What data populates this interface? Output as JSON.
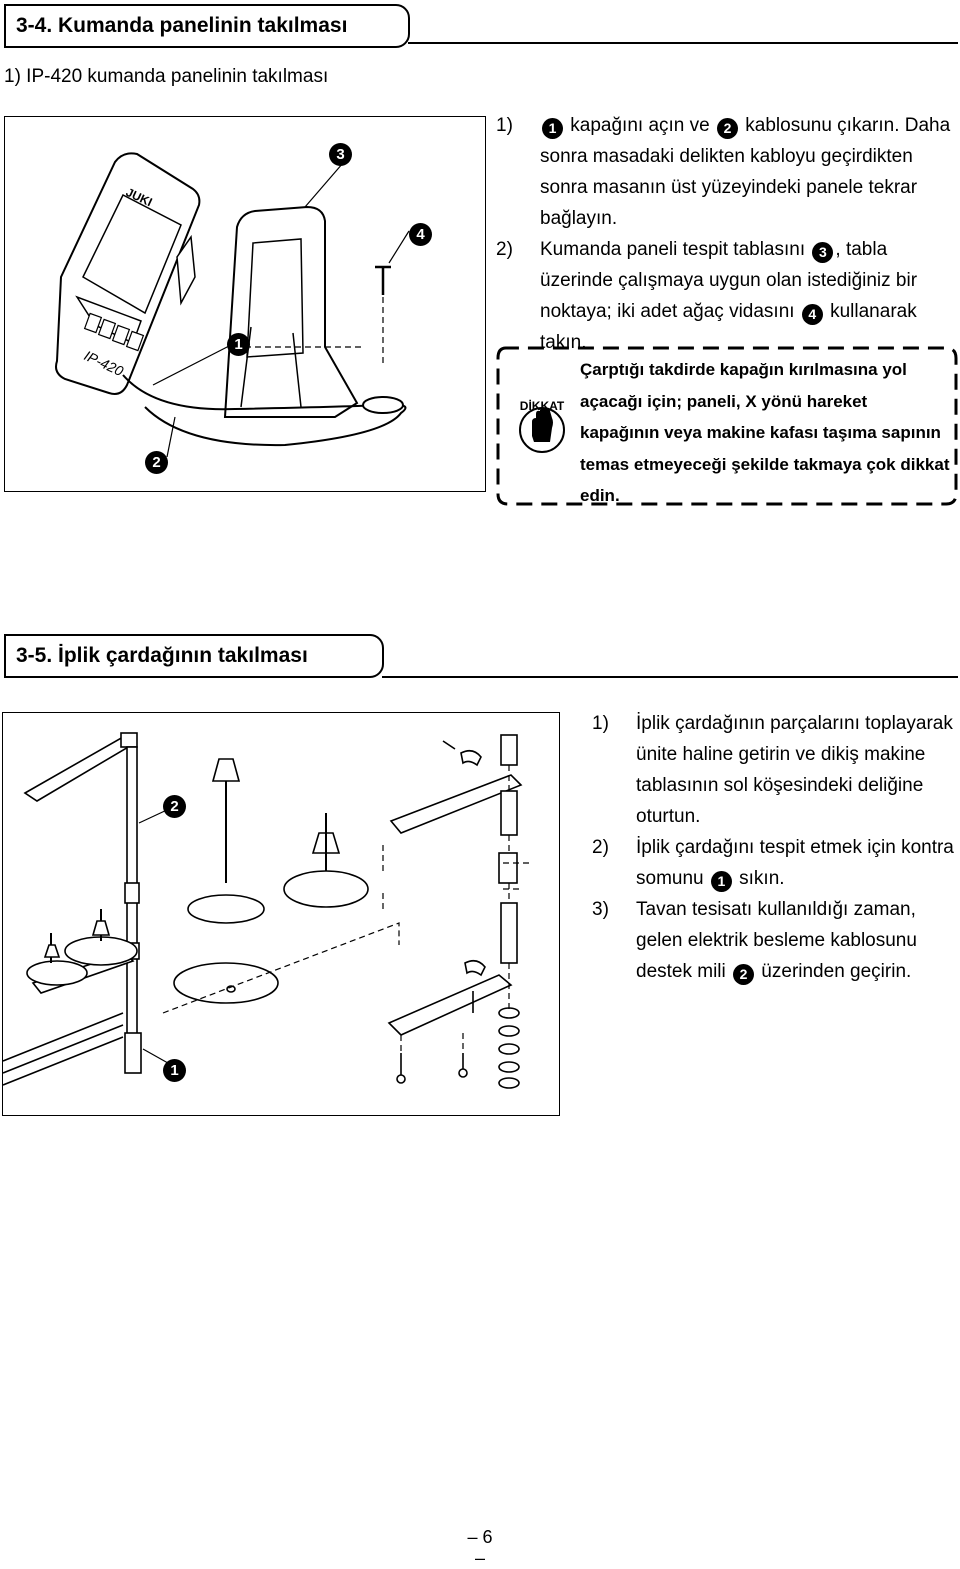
{
  "section1": {
    "title": "3-4. Kumanda panelinin takılması",
    "subtitle": "1) IP-420 kumanda panelinin takılması",
    "figure": {
      "panel_brand": "JUKI",
      "panel_model": "IP-420"
    },
    "steps": [
      {
        "num": "1)",
        "parts": [
          "",
          "1",
          " kapağını açın ve ",
          "2",
          " kablosunu çıkarın. Daha sonra masadaki delikten kabloyu geçirdikten sonra masanın üst yüzeyindeki panele tekrar bağlayın."
        ]
      },
      {
        "num": "2)",
        "parts": [
          "Kumanda paneli tespit tablasını ",
          "3",
          ", tabla üzerinde çalışmaya uygun olan istediğiniz bir noktaya; iki adet ağaç vidasını ",
          "4",
          " kullanarak takın."
        ]
      }
    ],
    "caution": {
      "label": "DİKKAT",
      "text": "Çarptığı takdirde kapağın kırılmasına yol açacağı için; paneli, X yönü hareket kapağının veya makine kafası taşıma sapının temas etmeyeceği şekilde takmaya çok dikkat edin."
    },
    "callouts": [
      "3",
      "4",
      "1",
      "2"
    ]
  },
  "section2": {
    "title": "3-5. İplik çardağının takılması",
    "steps": [
      {
        "num": "1)",
        "parts": [
          "İplik çardağının parçalarını toplayarak ünite haline getirin ve dikiş makine tablasının sol köşesindeki deliğine oturtun."
        ]
      },
      {
        "num": "2)",
        "parts": [
          "İplik çardağını tespit etmek için kontra somunu ",
          "1",
          " sıkın."
        ]
      },
      {
        "num": "3)",
        "parts": [
          "Tavan tesisatı kullanıldığı zaman, gelen elektrik besleme kablosunu destek mili ",
          "2",
          " üzerinden geçirin."
        ]
      }
    ],
    "callouts": [
      "2",
      "1"
    ]
  },
  "page_number": "– 6 –"
}
